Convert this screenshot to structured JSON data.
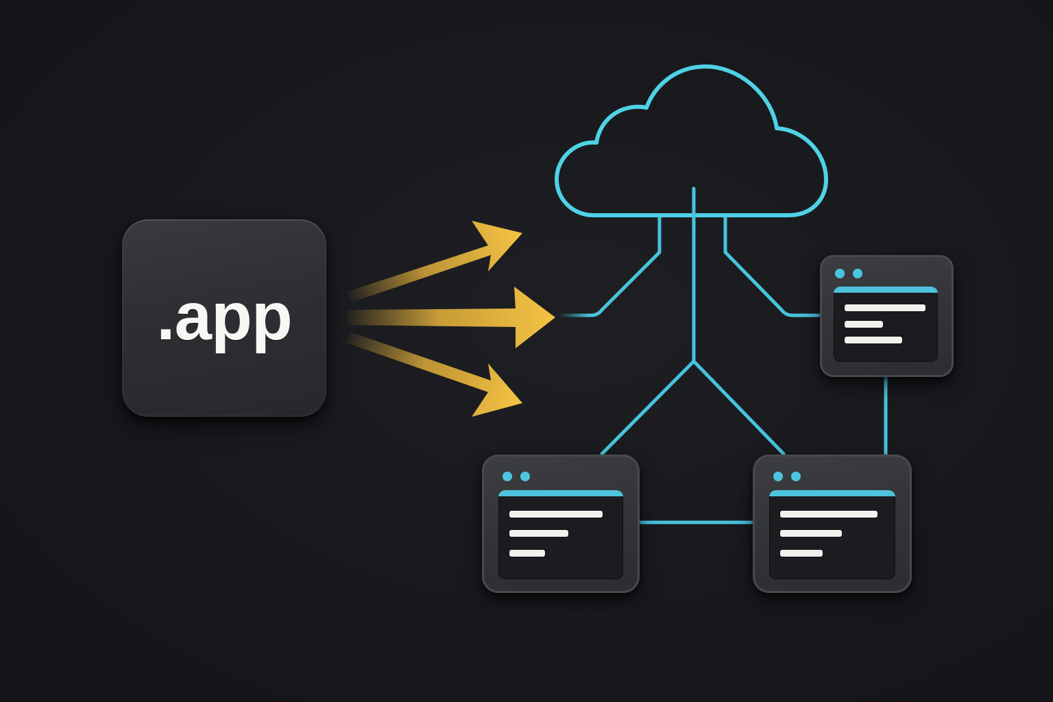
{
  "scene": {
    "description": "App deployment to cloud network illustration",
    "background_color": "#18191d"
  },
  "app_tile": {
    "label": ".app",
    "text_color": "#f7f7f4",
    "tile_color": "#333438"
  },
  "arrows": {
    "color": "#f2bb3c",
    "count": 3,
    "directions": [
      "up-right",
      "right",
      "down-right"
    ]
  },
  "cloud": {
    "icon": "cloud-icon",
    "stroke_color": "#4fd2e6"
  },
  "network": {
    "link_color": "#47c3dd",
    "nodes": [
      {
        "id": "node-top-right",
        "icon": "window-icon",
        "dots": 2,
        "text_lines": 3
      },
      {
        "id": "node-bottom-left",
        "icon": "window-icon",
        "dots": 2,
        "text_lines": 3
      },
      {
        "id": "node-bottom-right",
        "icon": "window-icon",
        "dots": 2,
        "text_lines": 3
      }
    ]
  },
  "diagram": {
    "nodes": [
      {
        "id": "app",
        "label": ".app",
        "type": "app-tile"
      },
      {
        "id": "cloud",
        "label": "",
        "type": "cloud"
      },
      {
        "id": "node-top-right",
        "label": "",
        "type": "window"
      },
      {
        "id": "node-bottom-left",
        "label": "",
        "type": "window"
      },
      {
        "id": "node-bottom-right",
        "label": "",
        "type": "window"
      }
    ],
    "edges": [
      {
        "from": "app",
        "to": "cloud",
        "style": "yellow-arrows"
      },
      {
        "from": "cloud",
        "to": "node-top-right",
        "style": "cyan-line"
      },
      {
        "from": "cloud",
        "to": "node-bottom-left",
        "style": "cyan-line"
      },
      {
        "from": "cloud",
        "to": "node-bottom-right",
        "style": "cyan-line"
      },
      {
        "from": "node-bottom-left",
        "to": "node-bottom-right",
        "style": "cyan-line"
      },
      {
        "from": "node-top-right",
        "to": "node-bottom-right",
        "style": "cyan-line"
      }
    ]
  }
}
